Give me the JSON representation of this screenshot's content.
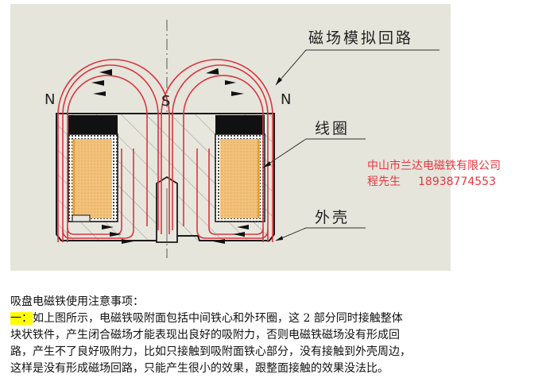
{
  "diagram": {
    "callouts": {
      "magnetic_loop": "磁场模拟回路",
      "coil": "线圈",
      "housing": "外壳"
    },
    "poles": {
      "left": "N",
      "center": "S",
      "right": "N"
    },
    "colors": {
      "background": "#e6e5dc",
      "field_lines": "#d9363e",
      "coil_fill": "#f2c27a",
      "outline": "#1a1a1a"
    }
  },
  "watermark": {
    "company": "中山市兰达电磁铁有限公司",
    "contact_name": "程先生",
    "phone": "18938774553",
    "color": "#e8363f"
  },
  "notes": {
    "title": "吸盘电磁铁使用注意事项：",
    "item_marker": "一：",
    "item_lines": [
      "如上图所示，电磁铁吸附面包括中间铁心和外环圈，这 2 部分同时接触整体",
      "块状铁件，产生闭合磁场才能表现出良好的吸附力，否则电磁铁磁场没有形成回",
      "路，产生不了良好吸附力，比如只接触到吸附面铁心部分，没有接触到外壳周边，",
      "这样是没有形成磁场回路，只能产生很小的效果，跟整面接触的效果没法比。"
    ]
  }
}
